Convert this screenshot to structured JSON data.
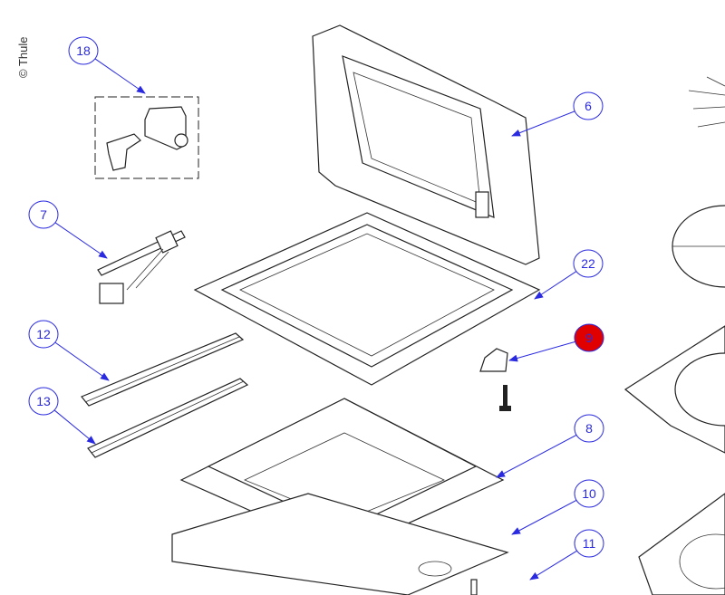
{
  "copyright": "© Thule",
  "callouts": [
    {
      "label": "18",
      "highlighted": false
    },
    {
      "label": "6",
      "highlighted": false
    },
    {
      "label": "7",
      "highlighted": false
    },
    {
      "label": "22",
      "highlighted": false
    },
    {
      "label": "9",
      "highlighted": true
    },
    {
      "label": "12",
      "highlighted": false
    },
    {
      "label": "13",
      "highlighted": false
    },
    {
      "label": "8",
      "highlighted": false
    },
    {
      "label": "10",
      "highlighted": false
    },
    {
      "label": "11",
      "highlighted": false
    }
  ],
  "colors": {
    "callout": "#2a2ae0",
    "highlight": "#e00000"
  }
}
